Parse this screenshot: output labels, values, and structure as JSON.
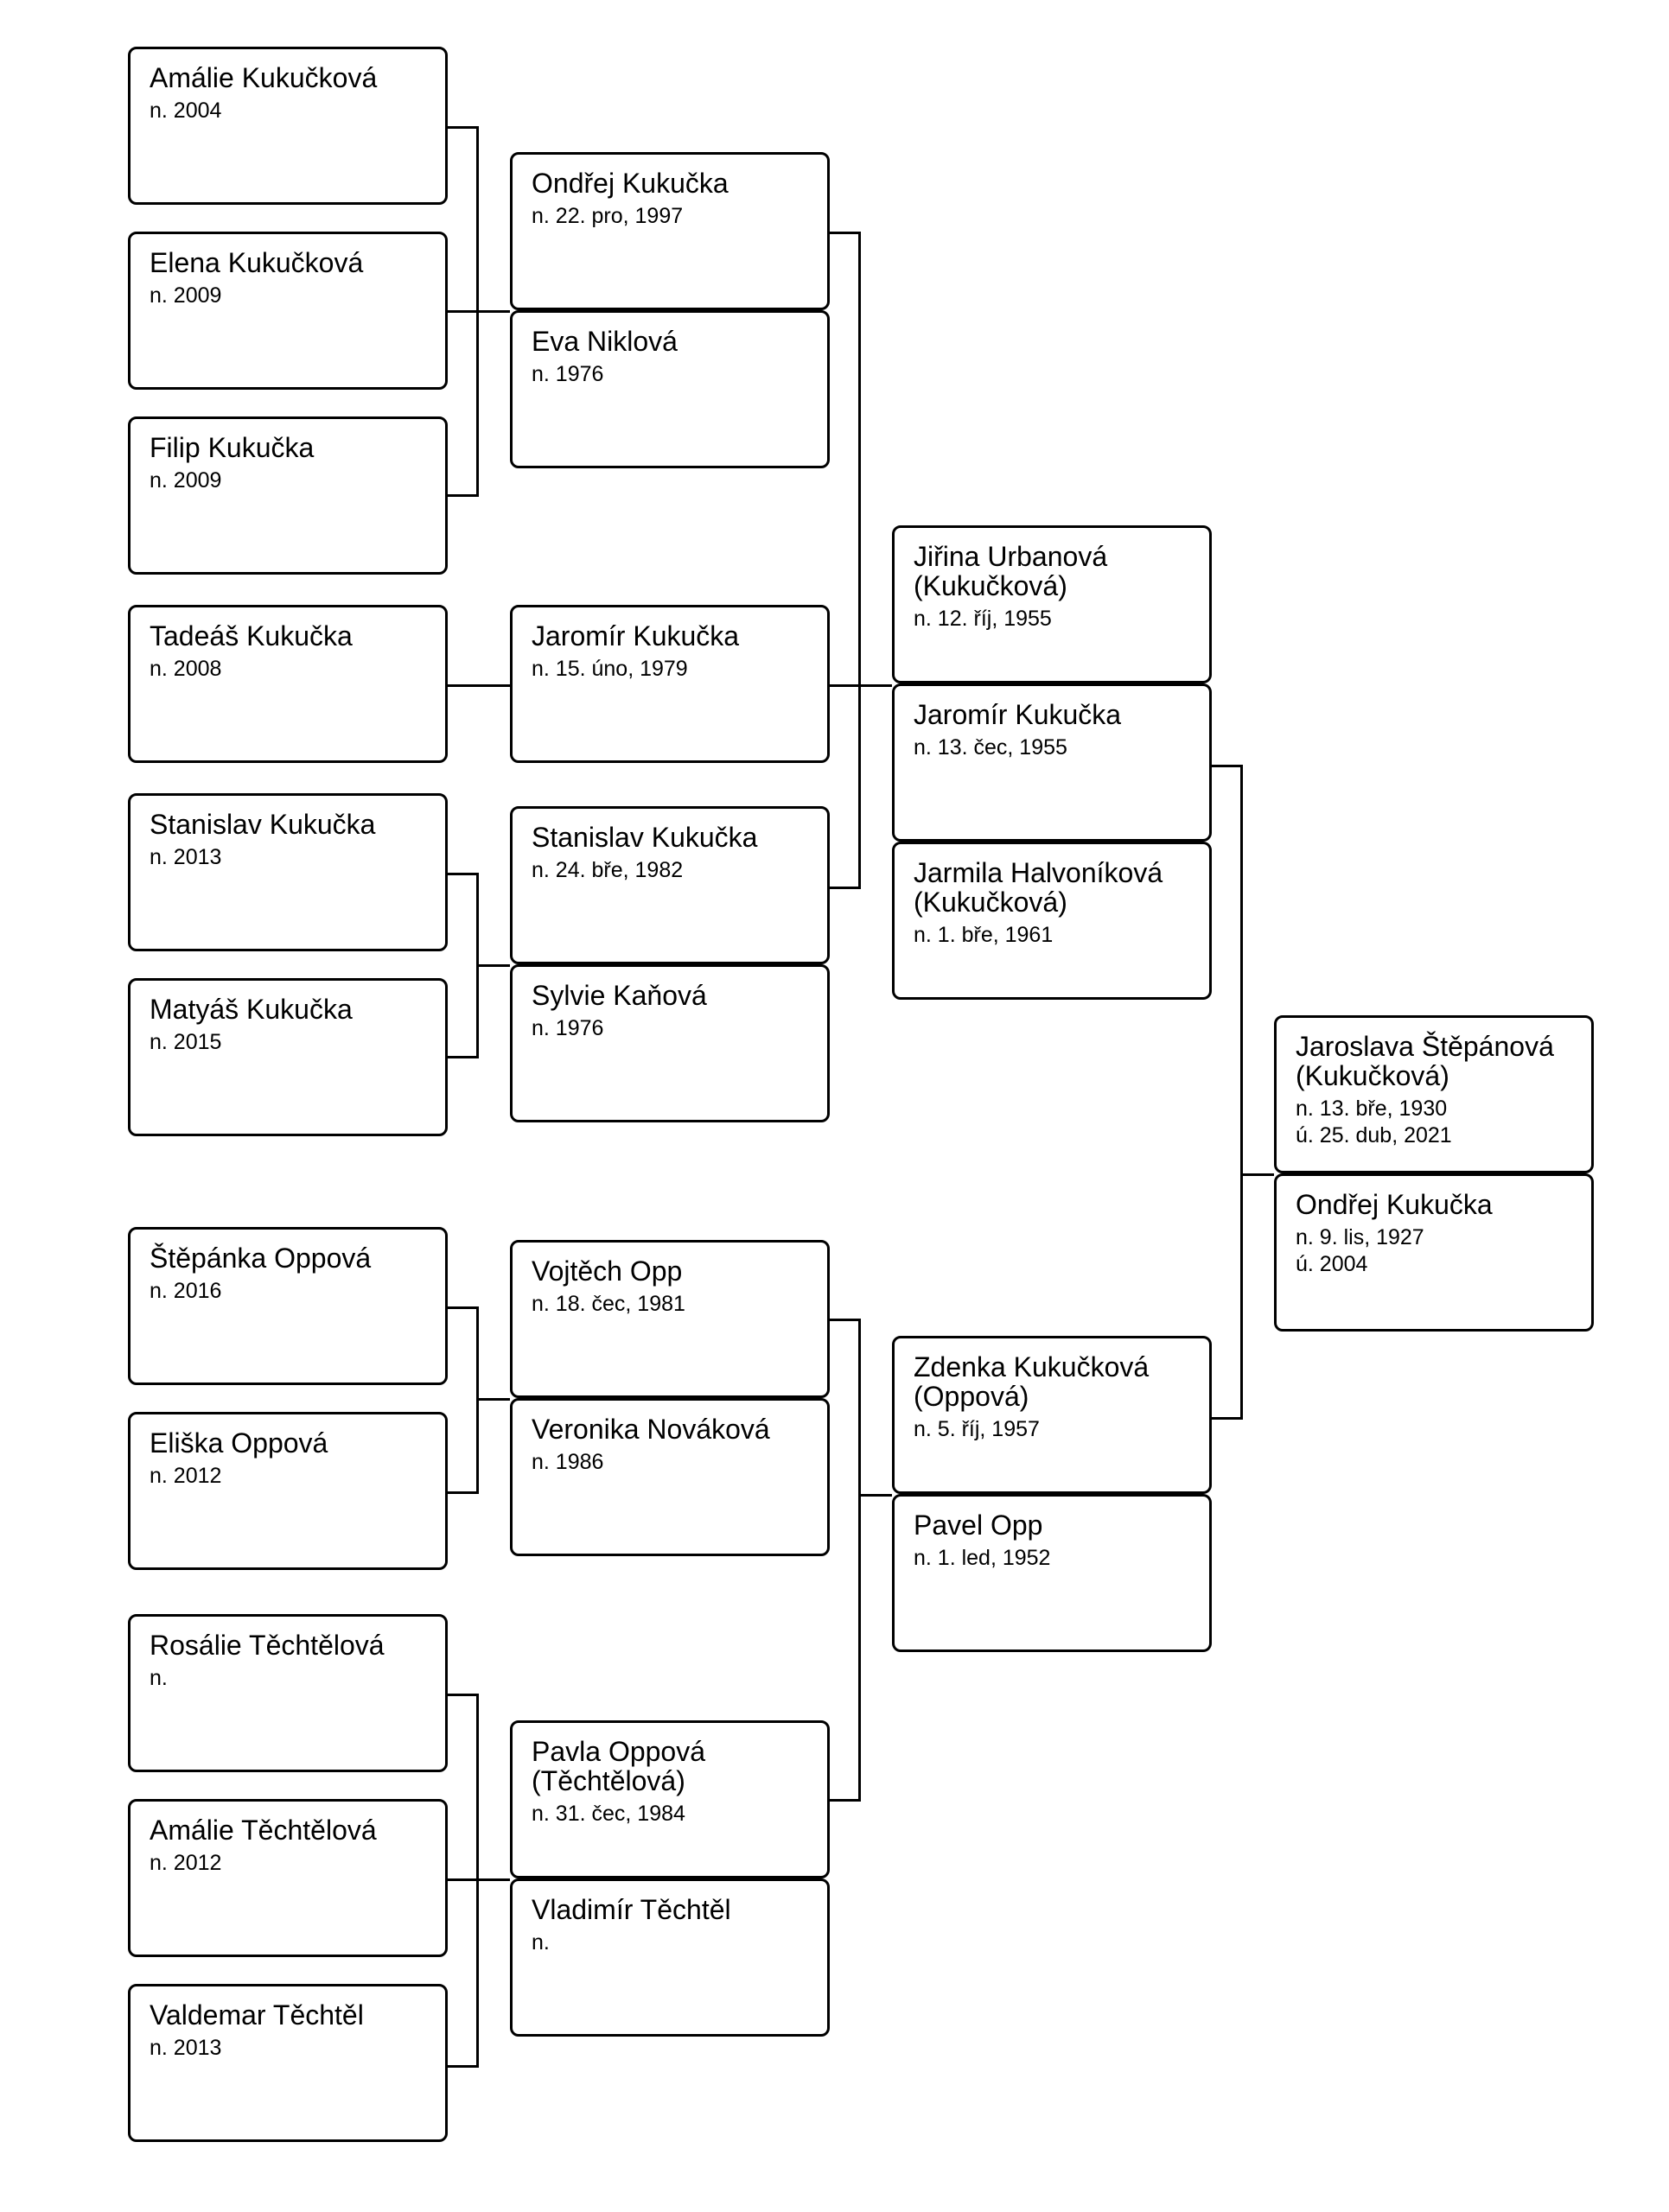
{
  "people": {
    "p01": {
      "lines": [
        "Amálie Kukučková"
      ],
      "dates": [
        "n. 2004"
      ]
    },
    "p02": {
      "lines": [
        "Elena Kukučková"
      ],
      "dates": [
        "n. 2009"
      ]
    },
    "p03": {
      "lines": [
        "Filip Kukučka"
      ],
      "dates": [
        "n. 2009"
      ]
    },
    "p04": {
      "lines": [
        "Ondřej Kukučka"
      ],
      "dates": [
        "n. 22. pro, 1997"
      ]
    },
    "p05": {
      "lines": [
        "Eva Niklová"
      ],
      "dates": [
        "n. 1976"
      ]
    },
    "p06": {
      "lines": [
        "Tadeáš Kukučka"
      ],
      "dates": [
        "n. 2008"
      ]
    },
    "p07": {
      "lines": [
        "Jaromír Kukučka"
      ],
      "dates": [
        "n. 15. úno, 1979"
      ]
    },
    "p08": {
      "lines": [
        "Stanislav Kukučka"
      ],
      "dates": [
        "n. 2013"
      ]
    },
    "p09": {
      "lines": [
        "Stanislav Kukučka"
      ],
      "dates": [
        "n. 24. bře, 1982"
      ]
    },
    "p10": {
      "lines": [
        "Matyáš Kukučka"
      ],
      "dates": [
        "n. 2015"
      ]
    },
    "p11": {
      "lines": [
        "Sylvie Kaňová"
      ],
      "dates": [
        "n. 1976"
      ]
    },
    "p12": {
      "lines": [
        "Jiřina Urbanová",
        "(Kukučková)"
      ],
      "dates": [
        "n. 12. říj, 1955"
      ]
    },
    "p13": {
      "lines": [
        "Jaromír Kukučka"
      ],
      "dates": [
        "n. 13. čec, 1955"
      ]
    },
    "p14": {
      "lines": [
        "Jarmila Halvoníková",
        "(Kukučková)"
      ],
      "dates": [
        "n. 1. bře, 1961"
      ]
    },
    "p15": {
      "lines": [
        "Jaroslava Štěpánová",
        "(Kukučková)"
      ],
      "dates": [
        "n. 13. bře, 1930",
        "ú. 25. dub, 2021"
      ]
    },
    "p16": {
      "lines": [
        "Ondřej Kukučka"
      ],
      "dates": [
        "n. 9. lis, 1927",
        "ú. 2004"
      ]
    },
    "p17": {
      "lines": [
        "Štěpánka Oppová"
      ],
      "dates": [
        "n. 2016"
      ]
    },
    "p18": {
      "lines": [
        "Vojtěch Opp"
      ],
      "dates": [
        "n. 18. čec, 1981"
      ]
    },
    "p19": {
      "lines": [
        "Eliška Oppová"
      ],
      "dates": [
        "n. 2012"
      ]
    },
    "p20": {
      "lines": [
        "Veronika Nováková"
      ],
      "dates": [
        "n. 1986"
      ]
    },
    "p21": {
      "lines": [
        "Zdenka Kukučková",
        "(Oppová)"
      ],
      "dates": [
        "n. 5. říj, 1957"
      ]
    },
    "p22": {
      "lines": [
        "Pavel Opp"
      ],
      "dates": [
        "n. 1. led, 1952"
      ]
    },
    "p23": {
      "lines": [
        "Rosálie Těchtělová"
      ],
      "dates": [
        "n."
      ]
    },
    "p24": {
      "lines": [
        "Pavla Oppová",
        "(Těchtělová)"
      ],
      "dates": [
        "n. 31. čec, 1984"
      ]
    },
    "p25": {
      "lines": [
        "Amálie Těchtělová"
      ],
      "dates": [
        "n. 2012"
      ]
    },
    "p26": {
      "lines": [
        "Vladimír Těchtěl"
      ],
      "dates": [
        "n."
      ]
    },
    "p27": {
      "lines": [
        "Valdemar Těchtěl"
      ],
      "dates": [
        "n. 2013"
      ]
    }
  }
}
